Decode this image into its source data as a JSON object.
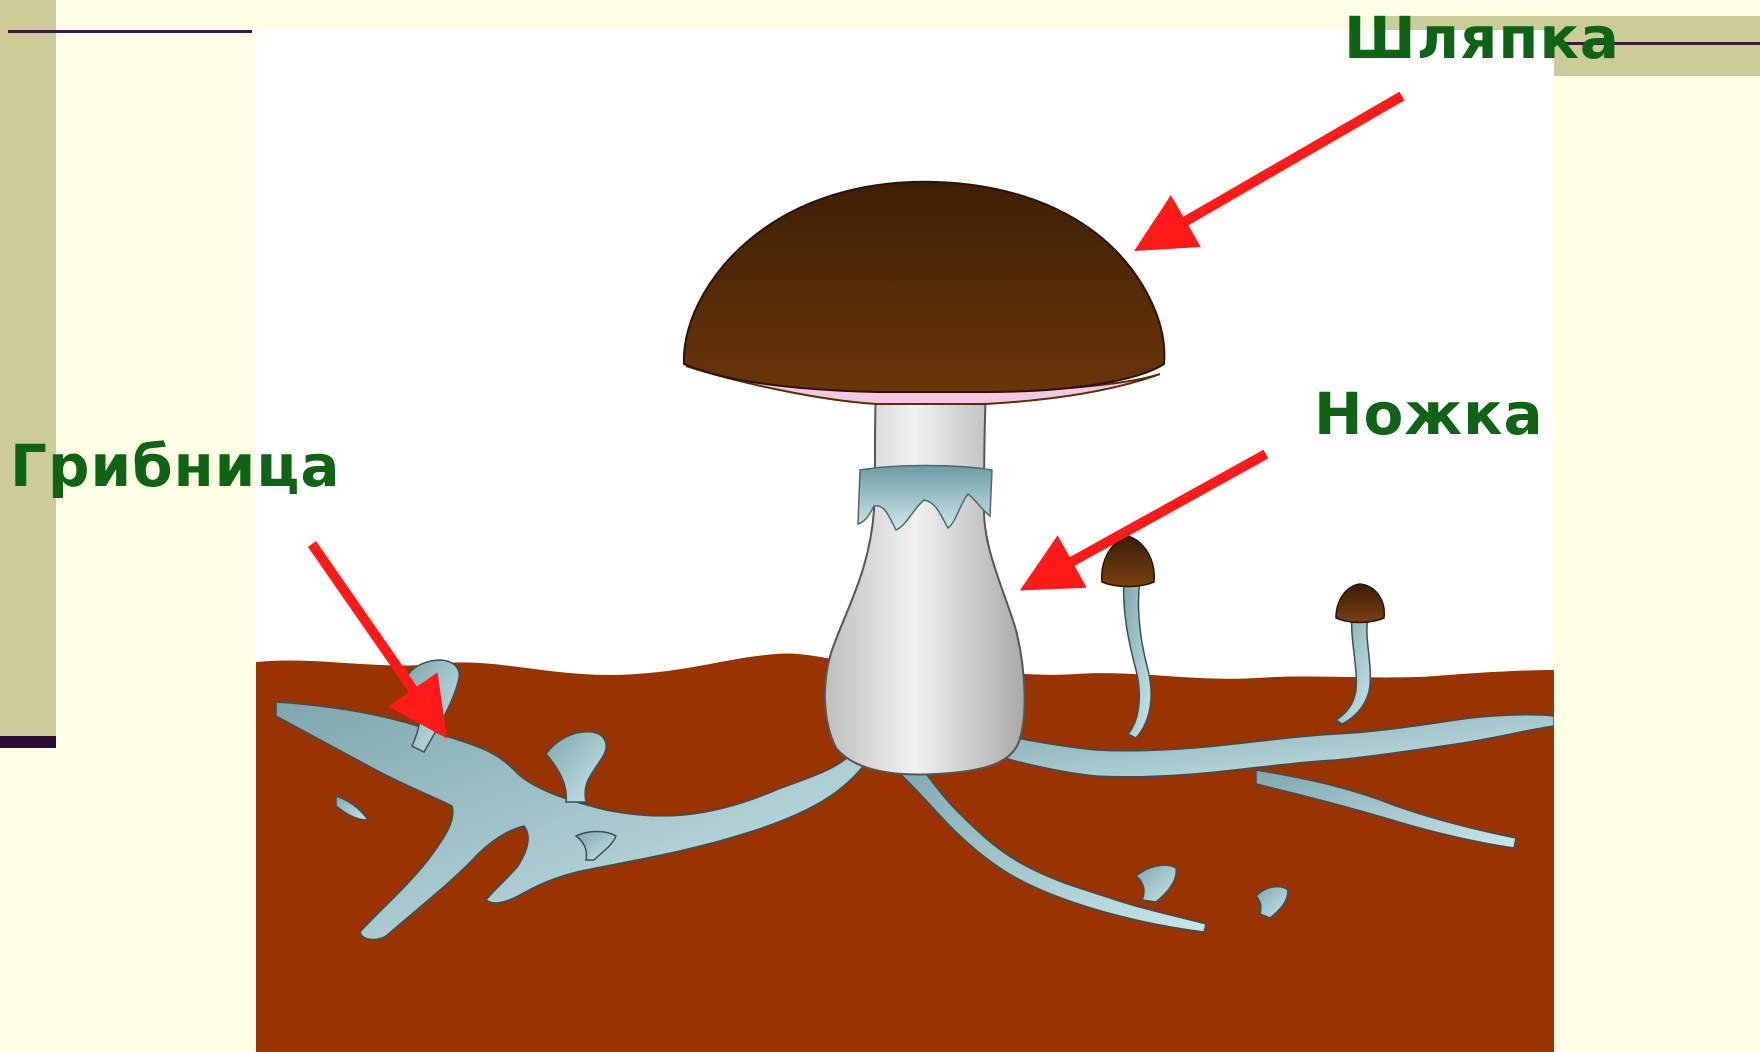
{
  "labels": {
    "cap": "Шляпка",
    "stem": "Ножка",
    "mycelium": "Грибница"
  },
  "colors": {
    "background": "#FFFFE6",
    "accent_bar": "#CCCC99",
    "line": "#3D1A40",
    "label_text": "#0E6414",
    "arrow": "#FF1A1A",
    "soil": "#993300",
    "cap": "#5C2E06",
    "stem": "#DADADA",
    "hyphae": "#B6DCE0"
  },
  "icons": {
    "main_mushroom": "mushroom-icon",
    "small_mushrooms": "small-mushroom-icon"
  }
}
